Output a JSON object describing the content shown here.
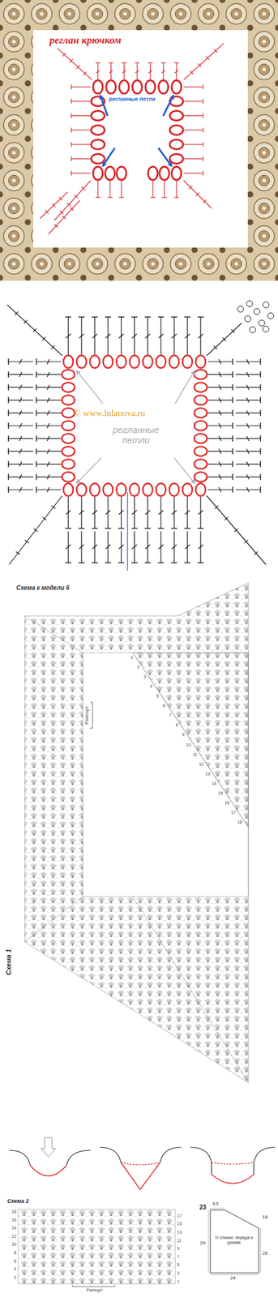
{
  "diagram": {
    "labels": [
      "реглан крючком",
      "регланные петли",
      "© www.lulanova.ru",
      "регланные петли",
      "Схема к модели 6",
      "Раппорт",
      "Схема 1",
      "1",
      "2",
      "3",
      "4",
      "5",
      "6",
      "7",
      "8",
      "9",
      "10",
      "11",
      "12",
      "13",
      "14",
      "15",
      "16",
      "17",
      "18",
      "Схема 2",
      "18",
      "17",
      "16",
      "15",
      "14",
      "13",
      "12",
      "11",
      "10",
      "9",
      "8",
      "7",
      "6",
      "5",
      "4",
      "3",
      "2",
      "1",
      "Раппорт",
      "8,5",
      "23",
      "18",
      "½ спинки, переда и рукава",
      "29",
      "26",
      "24"
    ]
  }
}
